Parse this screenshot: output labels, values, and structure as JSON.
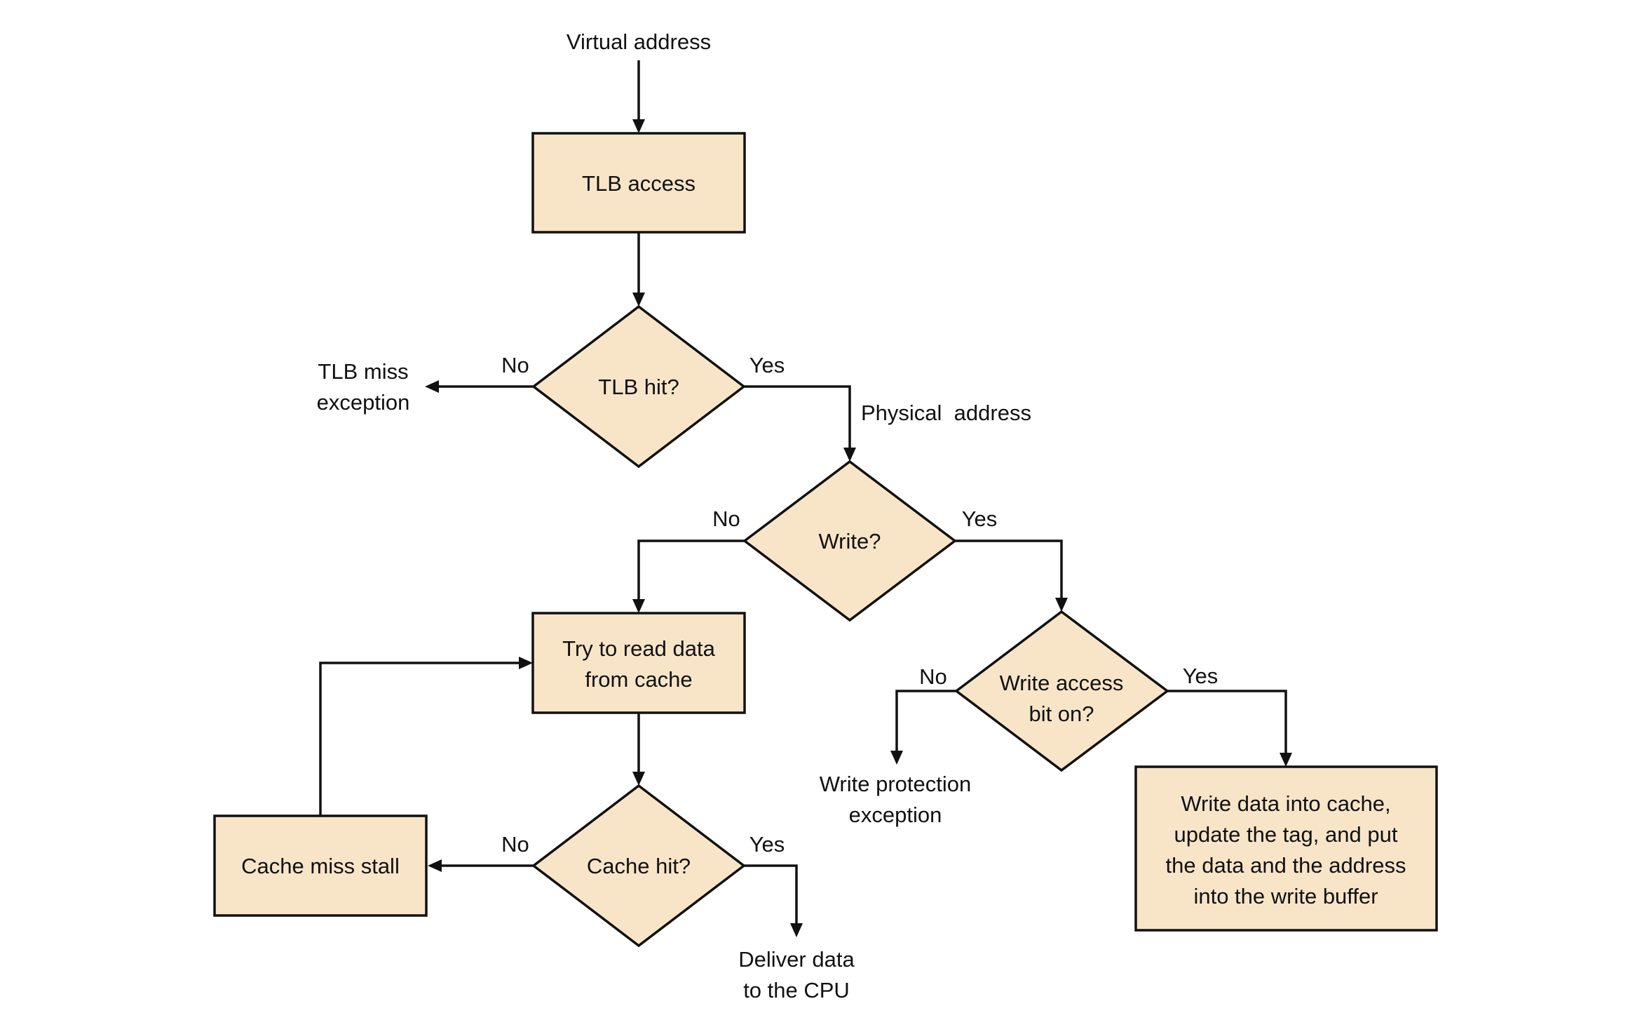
{
  "diagram": {
    "start_label": "Virtual address",
    "tlb_access": "TLB access",
    "tlb_hit": "TLB hit?",
    "tlb_hit_no": "No",
    "tlb_hit_yes": "Yes",
    "tlb_miss": [
      "TLB miss",
      "exception"
    ],
    "physical_address": "Physical  address",
    "write_q": "Write?",
    "write_no": "No",
    "write_yes": "Yes",
    "read_from_cache": [
      "Try to read data",
      "from cache"
    ],
    "write_access_q": [
      "Write access",
      "bit on?"
    ],
    "write_access_no": "No",
    "write_access_yes": "Yes",
    "write_protection": [
      "Write protection",
      "exception"
    ],
    "write_into_cache": [
      "Write data into cache,",
      "update the tag, and put",
      "the data and the address",
      "into the write buffer"
    ],
    "cache_hit": "Cache hit?",
    "cache_hit_no": "No",
    "cache_hit_yes": "Yes",
    "cache_miss_stall": "Cache miss stall",
    "deliver": [
      "Deliver data",
      "to the CPU"
    ]
  },
  "colors": {
    "fill": "#f8e5c8",
    "stroke": "#111111"
  }
}
